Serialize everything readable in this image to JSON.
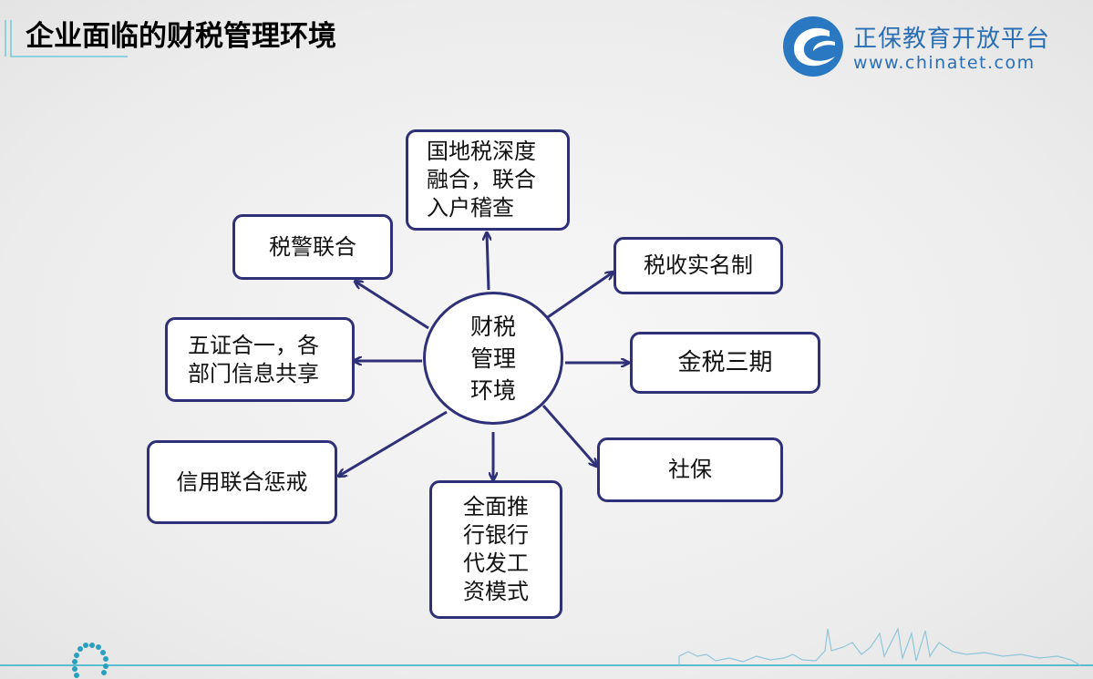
{
  "header": {
    "title": "企业面临的财税管理环境"
  },
  "logo": {
    "name_cn": "正保教育开放平台",
    "url": "www.chinatet.com"
  },
  "diagram": {
    "center": "财税\n管理\n环境",
    "nodes": {
      "top": "国地税深度\n融合，联合\n入户稽查",
      "tax_police": "税警联合",
      "real_name": "税收实名制",
      "five_certs": "五证合一，各\n部门信息共享",
      "golden_tax": "金税三期",
      "credit": "信用联合惩戒",
      "social_security": "社保",
      "bank_payroll": "全面推\n行银行\n代发工\n资模式"
    }
  },
  "colors": {
    "border": "#2e3078",
    "accent": "#4ab3c9",
    "logo": "#2a6fb6"
  }
}
